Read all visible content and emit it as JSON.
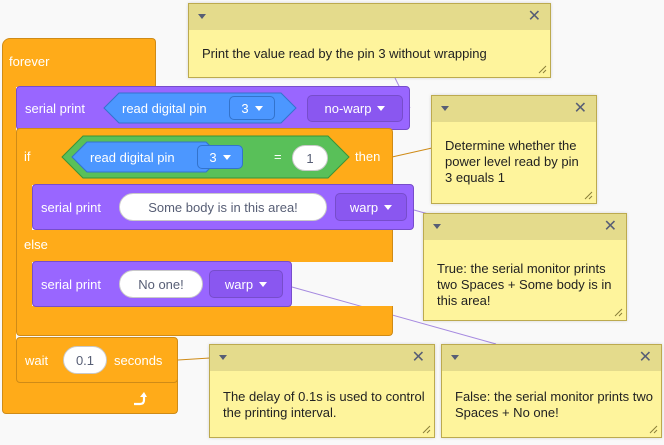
{
  "script": {
    "forever_label": "forever",
    "serial_print_1": {
      "label": "serial print",
      "reporter_label": "read digital pin",
      "pin": "3",
      "mode": "no-warp"
    },
    "if_block": {
      "if_label": "if",
      "reporter_label": "read digital pin",
      "pin": "3",
      "operator": "=",
      "compare_value": "1",
      "then_label": "then",
      "else_label": "else"
    },
    "serial_print_true": {
      "label": "serial print",
      "text": "Some body is in this area!",
      "mode": "warp"
    },
    "serial_print_false": {
      "label": "serial print",
      "text": "No one!",
      "mode": "warp"
    },
    "wait_block": {
      "label": "wait",
      "value": "0.1",
      "unit": "seconds"
    }
  },
  "comments": {
    "c1": "Print the value read by the pin 3 without wrapping",
    "c2": "Determine whether the power level read by pin 3 equals 1",
    "c3": "True: the serial monitor prints two Spaces + Some body is in this area!",
    "c4": "The delay of 0.1s is used to control the printing interval.",
    "c5": "False: the serial monitor prints two Spaces + No one!"
  },
  "icons": {
    "collapse": "collapse-triangle-icon",
    "close": "close-icon",
    "resize": "resize-grip-icon",
    "dropdown": "dropdown-arrow-icon",
    "loop": "loop-arrow-icon"
  },
  "colors": {
    "control": "#ffab19",
    "arduino": "#9966ff",
    "sensing": "#4c97ff",
    "operator": "#59c059",
    "comment": "#fef49c"
  }
}
